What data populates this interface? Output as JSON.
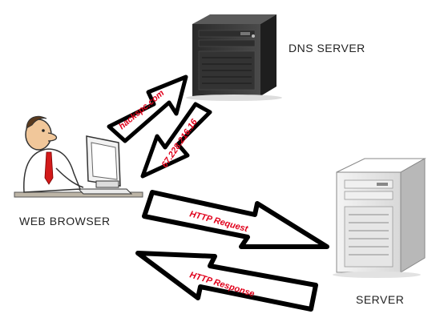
{
  "nodes": {
    "dns_server": {
      "label": "DNS SERVER"
    },
    "web_browser": {
      "label": "WEB BROWSER"
    },
    "server": {
      "label": "SERVER"
    }
  },
  "arrows": {
    "domain_query": {
      "text": "hackspc.com"
    },
    "ip_reply": {
      "text": "67.228.216.16"
    },
    "http_request": {
      "text": "HTTP Request"
    },
    "http_response": {
      "text": "HTTP Response"
    }
  },
  "colors": {
    "arrow_text": "#e0001b",
    "arrow_outline": "#000000",
    "arrow_fill": "#ffffff",
    "dns_tower": "#3a3a3a",
    "server_tower": "#e8e8e8",
    "tie": "#d21a1a"
  },
  "icons": {
    "dns_server": "tower-server-icon-dark",
    "server": "tower-server-icon-light",
    "user": "man-at-computer-icon"
  }
}
